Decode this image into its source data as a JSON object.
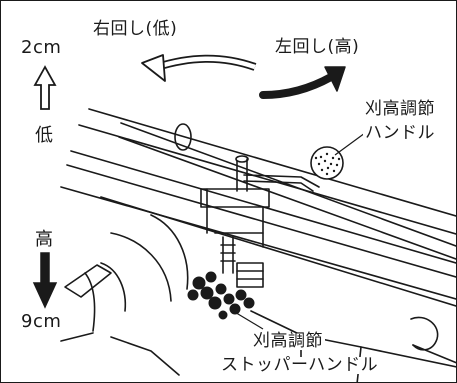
{
  "rotation": {
    "counterclockwise_label": "右回し(低)",
    "clockwise_label": "左回し(高)"
  },
  "height_scale": {
    "min_value": "2cm",
    "low_label": "低",
    "high_label": "高",
    "max_value": "9cm"
  },
  "callouts": {
    "handle_line1": "刈高調節",
    "handle_line2": "ハンドル",
    "stopper_line1": "刈高調節",
    "stopper_line2": "ストッパーハンドル"
  },
  "colors": {
    "ink": "#1a1a1a",
    "background": "#ffffff"
  },
  "icons": {
    "counterclockwise_arrow": "curved-arrow-outline",
    "clockwise_arrow": "curved-arrow-solid",
    "low_arrow": "up-arrow-outline",
    "high_arrow": "down-arrow-solid"
  }
}
